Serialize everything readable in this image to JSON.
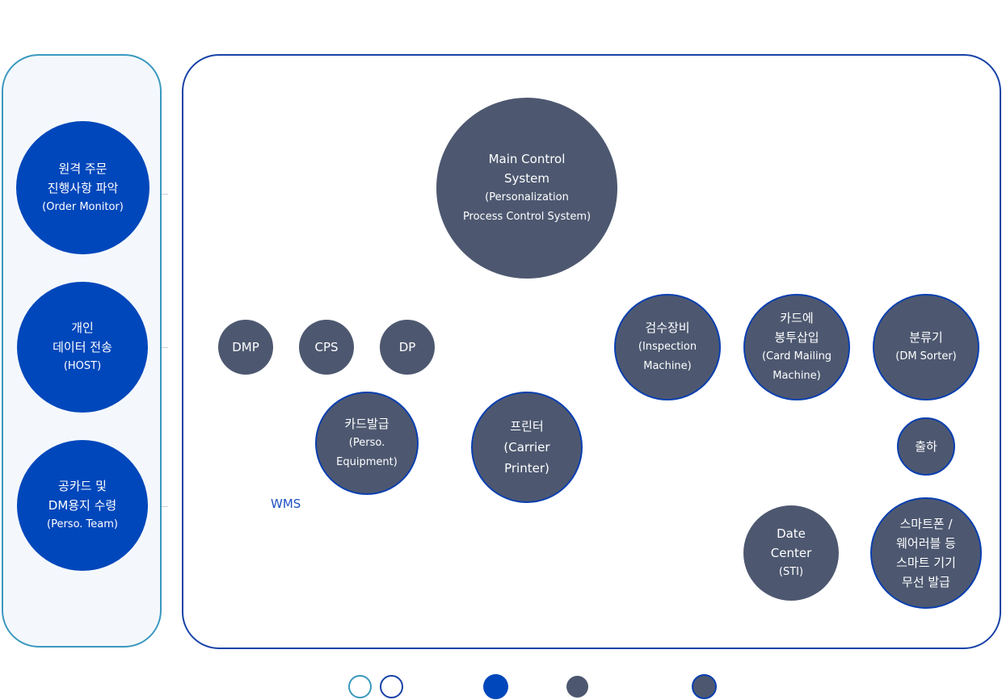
{
  "left_panel": {
    "nodes": [
      {
        "line1": "원격 주문",
        "line2": "진행사항 파악",
        "line3": "(Order Monitor)"
      },
      {
        "line1": "개인",
        "line2": "데이터 전송",
        "line3": "(HOST)"
      },
      {
        "line1": "공카드 및",
        "line2": "DM용지 수령",
        "line3": "(Perso. Team)"
      }
    ]
  },
  "main_panel": {
    "mcs": {
      "line1": "Main Control",
      "line2": "System",
      "line3": "(Personalization",
      "line4": "Process Control System)"
    },
    "dmp": "DMP",
    "cps": "CPS",
    "dp": "DP",
    "perso_equipment": {
      "line1": "카드발급",
      "line2": "(Perso.",
      "line3": "Equipment)"
    },
    "carrier_printer": {
      "line1": "프린터",
      "line2": "(Carrier",
      "line3": "Printer)"
    },
    "inspection": {
      "line1": "검수장비",
      "line2": "(Inspection",
      "line3": "Machine)"
    },
    "card_mailing": {
      "line1": "카드에",
      "line2": "봉투삽입",
      "line3": "(Card Mailing",
      "line4": "Machine)"
    },
    "dm_sorter": {
      "line1": "분류기",
      "line2": "(DM Sorter)"
    },
    "shipping": "출하",
    "data_center": {
      "line1": "Date",
      "line2": "Center",
      "line3": "(STI)"
    },
    "smart_device": {
      "line1": "스마트폰 /",
      "line2": "웨어러블 등",
      "line3": "스마트 기기",
      "line4": "무선 발급"
    },
    "wms": "WMS"
  },
  "colors": {
    "blue": "#0047bb",
    "slate": "#4d5870",
    "left_border": "#3a98bf",
    "main_border": "#1742a6"
  }
}
